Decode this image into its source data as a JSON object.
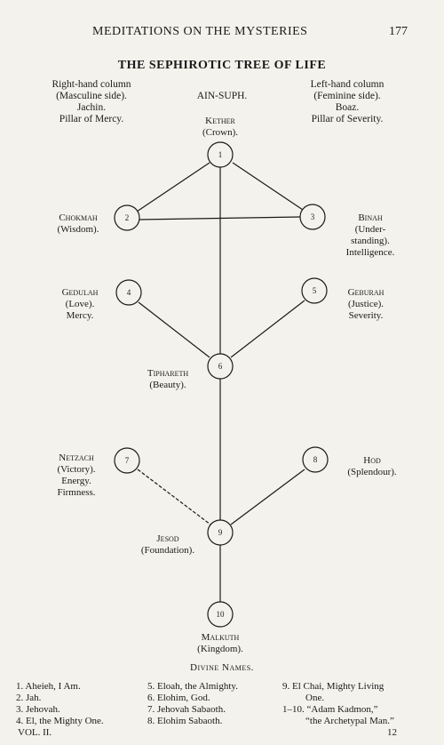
{
  "header": {
    "running_title": "MEDITATIONS ON THE MYSTERIES",
    "page_number": "177"
  },
  "title": "THE SEPHIROTIC TREE OF LIFE",
  "columns": {
    "right_hand": {
      "line1": "Right-hand column",
      "line2": "(Masculine side).",
      "line3": "Jachin.",
      "line4": "Pillar of Mercy."
    },
    "center": {
      "line1": "AIN-SUPH."
    },
    "left_hand": {
      "line1": "Left-hand column",
      "line2": "(Feminine side).",
      "line3": "Boaz.",
      "line4": "Pillar of Severity."
    }
  },
  "sephiroth": [
    {
      "num": "1",
      "name": "Kether",
      "lines": [
        "(Crown)."
      ]
    },
    {
      "num": "2",
      "name": "Chokmah",
      "lines": [
        "(Wisdom)."
      ]
    },
    {
      "num": "3",
      "name": "Binah",
      "lines": [
        "(Under-",
        "standing).",
        "Intelligence."
      ]
    },
    {
      "num": "4",
      "name": "Gedulah",
      "lines": [
        "(Love).",
        "Mercy."
      ]
    },
    {
      "num": "5",
      "name": "Geburah",
      "lines": [
        "(Justice).",
        "Severity."
      ]
    },
    {
      "num": "6",
      "name": "Tiphareth",
      "lines": [
        "(Beauty)."
      ]
    },
    {
      "num": "7",
      "name": "Netzach",
      "lines": [
        "(Victory).",
        "Energy.",
        "Firmness."
      ]
    },
    {
      "num": "8",
      "name": "Hod",
      "lines": [
        "(Splendour)."
      ]
    },
    {
      "num": "9",
      "name": "Jesod",
      "lines": [
        "(Foundation)."
      ]
    },
    {
      "num": "10",
      "name": "Malkuth",
      "lines": [
        "(Kingdom)."
      ]
    }
  ],
  "divine_names": {
    "heading": "Divine Names.",
    "col1": [
      "1. Aheieh, I Am.",
      "2. Jah.",
      "3. Jehovah.",
      "4. El, the Mighty One."
    ],
    "col2": [
      "5. Eloah, the Almighty.",
      "6. Elohim, God.",
      "7. Jehovah Sabaoth.",
      "8. Elohim Sabaoth."
    ],
    "col3": [
      "9. El Chai, Mighty Living",
      "One.",
      "1–10. “Adam Kadmon,”",
      "“the Archetypal Man.”"
    ]
  },
  "footer": {
    "volume": "VOL. II.",
    "signature": "12"
  }
}
